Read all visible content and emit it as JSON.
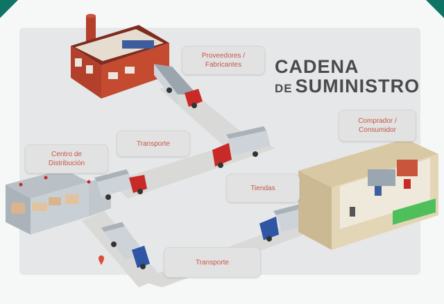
{
  "title": {
    "line1": "CADENA",
    "de": "DE",
    "line2": "SUMINISTRO"
  },
  "labels": {
    "suppliers": "Proveedores /\nFabricantes",
    "transport_top": "Transporte",
    "distribution": "Centro de\nDistribución",
    "stores": "Tiendas",
    "buyer": "Comprador /\nConsumidor",
    "transport_bottom": "Transporte"
  },
  "colors": {
    "label_text": "#c5574a",
    "brick": "#b2402a",
    "road": "#d9d9d7",
    "truck_red": "#c72a27",
    "truck_blue": "#2f55a5",
    "accent_green": "#4fbf5c",
    "corner": "#0f7466"
  }
}
